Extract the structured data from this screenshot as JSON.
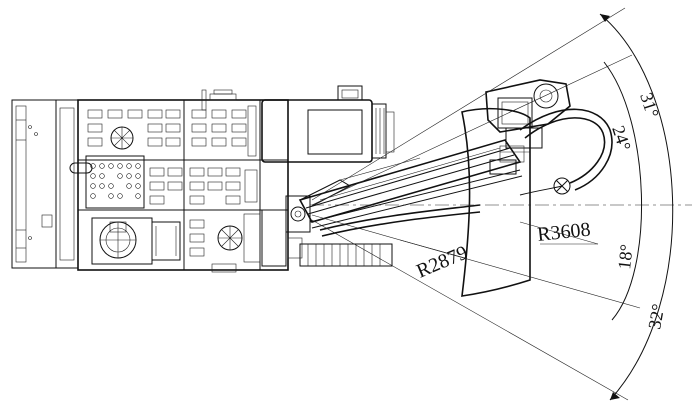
{
  "labels": {
    "angle_upper_outer": "31°",
    "angle_upper_inner": "24°",
    "angle_lower_inner": "18°",
    "angle_lower_outer": "32°",
    "radius_outer": "R3608",
    "radius_inner": "R2879"
  }
}
